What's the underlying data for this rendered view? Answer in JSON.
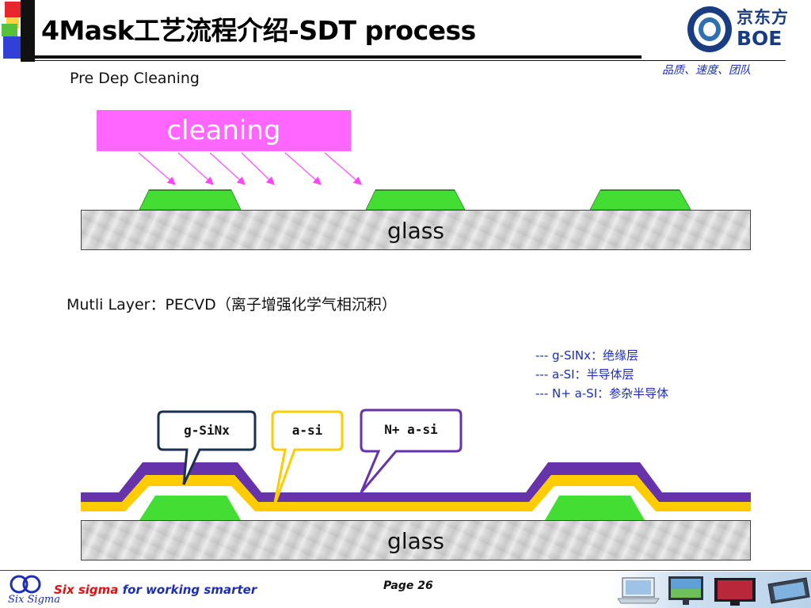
{
  "header": {
    "title": "4Mask工艺流程介绍-SDT process",
    "brand_cn": "京东方",
    "brand_en": "BOE",
    "slogan": "品质、速度、团队"
  },
  "section1": {
    "heading": "Pre Dep Cleaning",
    "cleaning_label": "cleaning",
    "glass_label": "glass"
  },
  "section2": {
    "heading": "Mutli Layer：PECVD（离子增强化学气相沉积）",
    "glass_label": "glass",
    "legend": [
      "--- g-SINx：绝缘层",
      "--- a-SI：半导体层",
      "--- N+ a-SI：参杂半导体"
    ],
    "callouts": {
      "gsinx": "g-SiNx",
      "asi": "a-si",
      "nplus": "N+ a-si"
    }
  },
  "footer": {
    "logo_text": "Six Sigma",
    "slogan_red": "Six sigma",
    "slogan_rest": " for working smarter",
    "page": "Page 26"
  },
  "colors": {
    "green": "#44dd33",
    "yellow": "#ffcc00",
    "purple": "#6633aa",
    "pink": "#ff66ff",
    "blue_text": "#1c2fb4"
  }
}
